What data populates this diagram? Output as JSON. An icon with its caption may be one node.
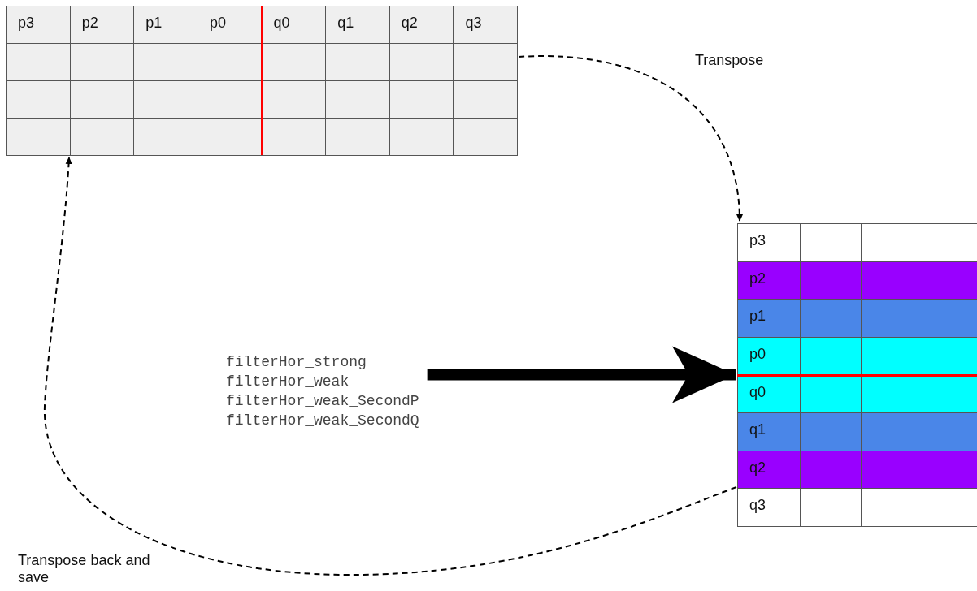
{
  "diagram": {
    "nodes": [
      {
        "text": [],
        "shape": "table"
      },
      {
        "text": [],
        "shape": "table"
      },
      {
        "text": [
          "filterHor_strong",
          "filterHor_weak",
          "filterHor_weak_SecondP",
          "filterHor_weak_SecondQ"
        ]
      }
    ],
    "edges": [
      {
        "from": 0,
        "to": 1,
        "arrow": "to",
        "label": "Transpose",
        "style": "dashed"
      },
      {
        "from": 2,
        "to": 1,
        "arrow": "to",
        "style": "thick"
      },
      {
        "from": 1,
        "to": 0,
        "arrow": "to",
        "label": "Transpose back and save",
        "style": "dashed"
      }
    ],
    "labels": [
      "p3",
      "p2",
      "p1",
      "p0",
      "q0",
      "q1",
      "q2",
      "q3",
      "p3",
      "p2",
      "p1",
      "p0",
      "q0",
      "q1",
      "q2",
      "q3"
    ]
  }
}
